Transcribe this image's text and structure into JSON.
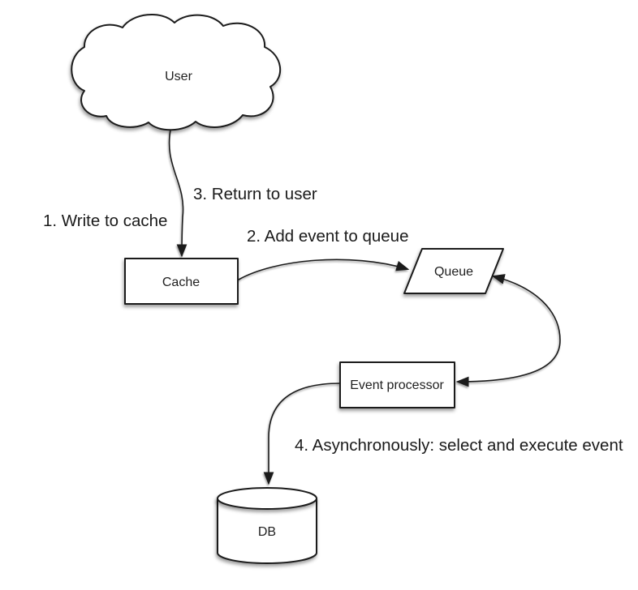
{
  "diagram": {
    "background_color": "#ffffff",
    "stroke_color": "#1b1b1b",
    "text_color": "#1b1b1b",
    "node_fill_color": "#ffffff",
    "nodes": {
      "user": {
        "label": "User",
        "shape": "cloud"
      },
      "cache": {
        "label": "Cache",
        "shape": "rectangle"
      },
      "queue": {
        "label": "Queue",
        "shape": "parallelogram"
      },
      "event_processor": {
        "label": "Event processor",
        "shape": "rectangle"
      },
      "db": {
        "label": "DB",
        "shape": "cylinder"
      }
    },
    "edges": {
      "write_to_cache": {
        "label": "1. Write to cache",
        "from": "user",
        "to": "cache"
      },
      "add_event_to_queue": {
        "label": "2. Add event to queue",
        "from": "cache",
        "to": "queue"
      },
      "return_to_user": {
        "label": "3. Return to user",
        "from": "cache",
        "to": "user"
      },
      "queue_event_processor": {
        "label": "",
        "from": "queue",
        "to": "event_processor",
        "style": "double-arrow"
      },
      "async_select_execute": {
        "label": "4. Asynchronously: select and execute event",
        "from": "event_processor",
        "to": "db"
      }
    }
  }
}
